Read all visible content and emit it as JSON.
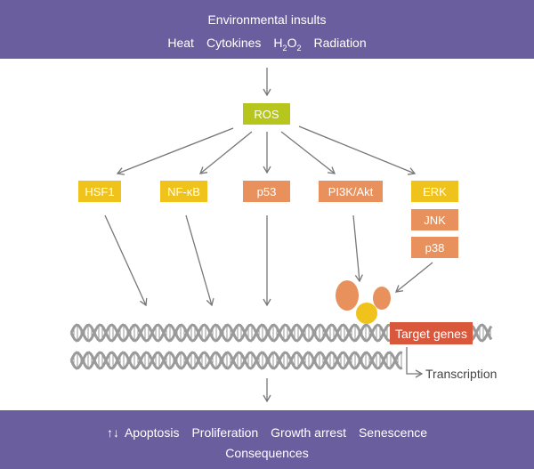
{
  "header": {
    "title": "Environmental insults",
    "items": [
      "Heat",
      "Cytokines",
      "Radiation"
    ],
    "h2o2": {
      "h": "H",
      "sub1": "2",
      "o": "O",
      "sub2": "2"
    }
  },
  "nodes": {
    "ros": "ROS",
    "hsf1": "HSF1",
    "nfkb": "NF-κB",
    "p53": "p53",
    "pi3k": "PI3K/Akt",
    "erk": "ERK",
    "jnk": "JNK",
    "p38": "p38"
  },
  "dna": {
    "target_genes": "Target genes",
    "transcription": "Transcription"
  },
  "footer": {
    "updown_glyph": "↑↓",
    "items": [
      "Apoptosis",
      "Proliferation",
      "Growth arrest",
      "Senescence"
    ],
    "title": "Consequences"
  },
  "colors": {
    "band": "#6a5e9e",
    "ros": "#b7c61c",
    "yellow": "#f0c21c",
    "orange": "#e8915d",
    "red": "#d9573a",
    "protein_orange": "#e8915d",
    "protein_yellow": "#f0c21c",
    "dna": "#9a9a9a",
    "arrow": "#777777"
  }
}
